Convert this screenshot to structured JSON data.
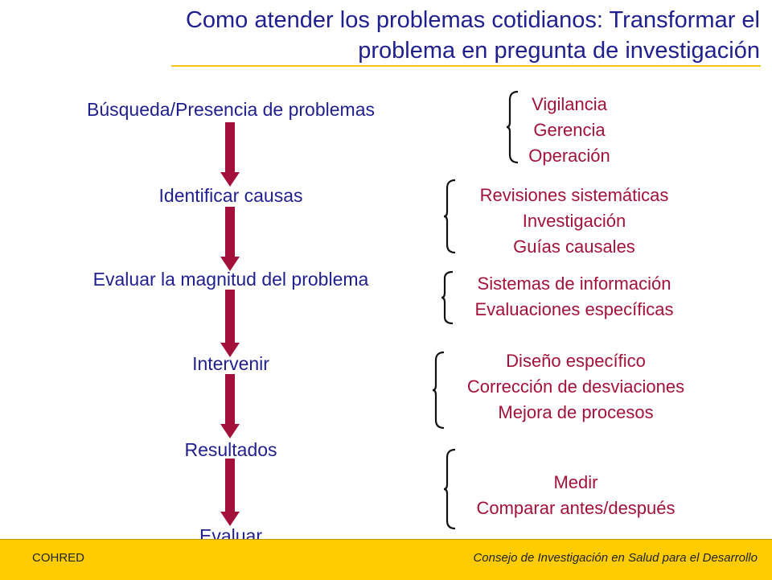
{
  "slide": {
    "title_line1": "Como atender los problemas cotidianos: Transformar el",
    "title_line2": "problema en pregunta de investigación"
  },
  "flow": {
    "steps": [
      "Búsqueda/Presencia de problemas",
      "Identificar causas",
      "Evaluar la magnitud del problema",
      "Intervenir",
      "Resultados",
      "Evaluar"
    ]
  },
  "groups": [
    [
      "Vigilancia",
      "Gerencia",
      "Operación"
    ],
    [
      "Revisiones sistemáticas",
      "Investigación",
      "Guías causales"
    ],
    [
      "Sistemas de información",
      "Evaluaciones específicas"
    ],
    [
      "Diseño específico",
      "Corrección de desviaciones",
      "Mejora de procesos"
    ],
    [
      "Medir",
      "Comparar antes/después"
    ]
  ],
  "colors": {
    "title": "#1F1F8F",
    "arrow": "#A3113B",
    "group_text": "#A3113B",
    "rule": "#F5C518",
    "footer_bg": "#FFCC00"
  },
  "footer": {
    "left": "COHRED",
    "right": "Consejo de Investigación en Salud para el Desarrollo"
  }
}
